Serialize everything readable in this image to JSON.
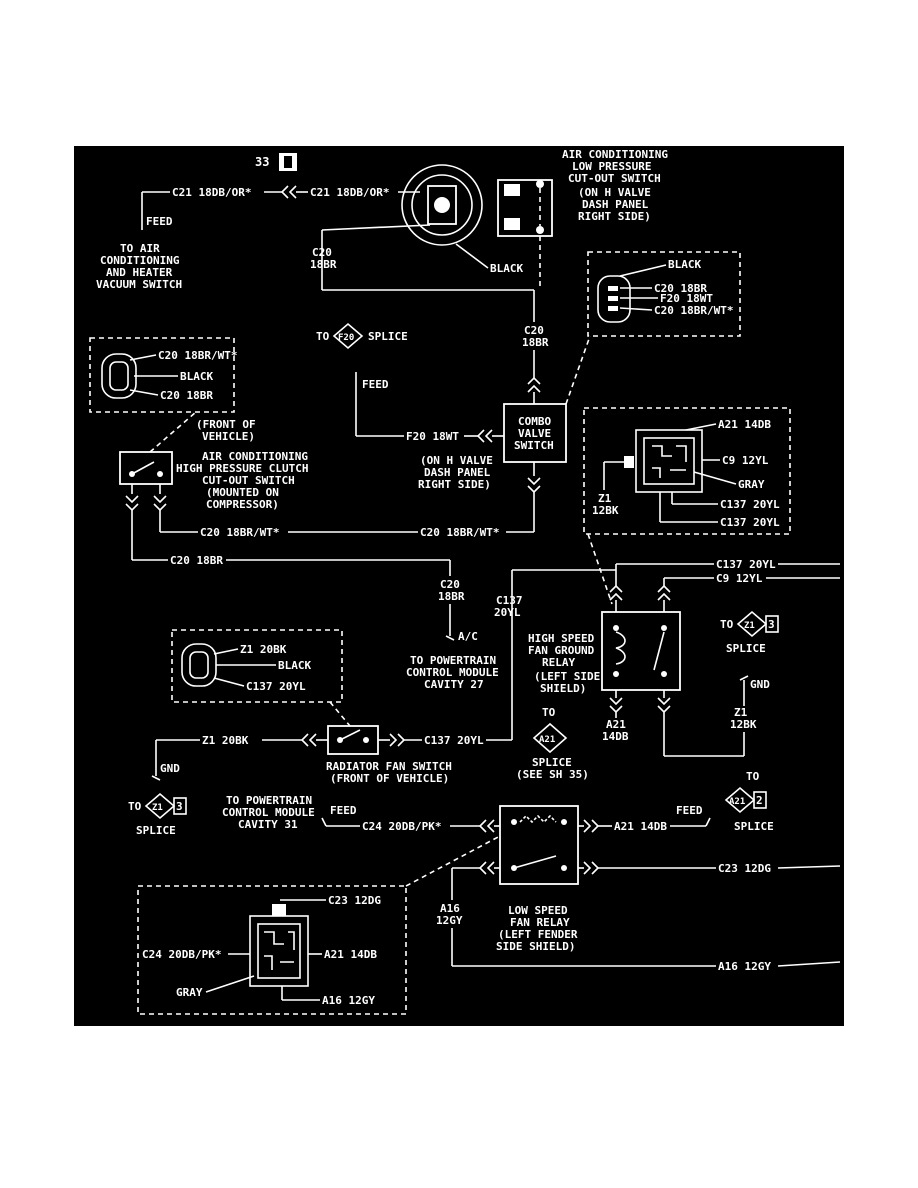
{
  "page_number": "33",
  "labels": {
    "top_left_c21": "C21 18DB/OR*",
    "top_mid_c21": "C21 18DB/OR*",
    "feed_top": "FEED",
    "to_ac_vac_1": "TO AIR",
    "to_ac_vac_2": "CONDITIONING",
    "to_ac_vac_3": "AND HEATER",
    "to_ac_vac_4": "VACUUM SWITCH",
    "c20_left_1": "C20",
    "c20_left_2": "18BR",
    "black_lp": "BLACK",
    "lp_switch_1": "AIR CONDITIONING",
    "lp_switch_2": "LOW PRESSURE",
    "lp_switch_3": "CUT-OUT SWITCH",
    "lp_switch_4": "(ON H VALVE",
    "lp_switch_5": "DASH PANEL",
    "lp_switch_6": "RIGHT SIDE)",
    "combo_conn_black": "BLACK",
    "combo_conn_1": "C20 18BR",
    "combo_conn_2": "F20 18WT",
    "combo_conn_3": "C20 18BR/WT*",
    "to_f20": "TO",
    "f20": "F20",
    "splice_f20": "SPLICE",
    "c20_mid_1": "C20",
    "c20_mid_2": "18BR",
    "hp_conn_1": "C20 18BR/WT*",
    "hp_conn_2": "BLACK",
    "hp_conn_3": "C20 18BR",
    "feed_f20": "FEED",
    "front_vehicle_1": "(FRONT OF",
    "front_vehicle_2": "VEHICLE)",
    "f20_18wt": "F20 18WT",
    "combo_1": "COMBO",
    "combo_2": "VALVE",
    "combo_3": "SWITCH",
    "hv_1": "(ON H VALVE",
    "hv_2": "DASH PANEL",
    "hv_3": "RIGHT SIDE)",
    "hp_sw_1": "AIR CONDITIONING",
    "hp_sw_2": "HIGH PRESSURE CLUTCH",
    "hp_sw_3": "CUT-OUT SWITCH",
    "hp_sw_4": "(MOUNTED ON",
    "hp_sw_5": "COMPRESSOR)",
    "c20_brwt_1": "C20 18BR/WT*",
    "c20_brwt_2": "C20 18BR/WT*",
    "c20_18br_long": "C20 18BR",
    "relay_conn_a21": "A21 14DB",
    "relay_conn_c9": "C9 12YL",
    "relay_conn_gray": "GRAY",
    "relay_conn_c137a": "C137 20YL",
    "relay_conn_c137b": "C137 20YL",
    "z1_12bk_1": "Z1",
    "z1_12bk_2": "12BK",
    "c137_top": "C137 20YL",
    "c9_top": "C9 12YL",
    "c20_pcm_1": "C20",
    "c20_pcm_2": "18BR",
    "c137_v_1": "C137",
    "c137_v_2": "20YL",
    "ac": "A/C",
    "pcm27_1": "TO POWERTRAIN",
    "pcm27_2": "CONTROL MODULE",
    "pcm27_3": "CAVITY 27",
    "hs_1": "HIGH SPEED",
    "hs_2": "FAN GROUND",
    "hs_3": "RELAY",
    "hs_4": "(LEFT SIDE",
    "hs_5": "SHIELD)",
    "to_z1_r": "TO",
    "z1_r": "Z1",
    "z1_r_num": "3",
    "splice_z1_r": "SPLICE",
    "gnd_r": "GND",
    "z1_r2_1": "Z1",
    "z1_r2_2": "12BK",
    "rad_conn_1": "Z1 20BK",
    "rad_conn_2": "BLACK",
    "rad_conn_3": "C137 20YL",
    "z1_20bk": "Z1 20BK",
    "c137_20yl": "C137 20YL",
    "rad_sw_1": "RADIATOR FAN SWITCH",
    "rad_sw_2": "(FRONT OF VEHICLE)",
    "gnd_l": "GND",
    "to_a21": "TO",
    "a21": "A21",
    "a21_14db_1": "A21",
    "a21_14db_2": "14DB",
    "splice_a21_1": "SPLICE",
    "splice_a21_2": "(SEE SH 35)",
    "to_z1_l": "TO",
    "z1_l": "Z1",
    "z1_l_num": "3",
    "splice_z1_l": "SPLICE",
    "pcm31_1": "TO POWERTRAIN",
    "pcm31_2": "CONTROL MODULE",
    "pcm31_3": "CAVITY 31",
    "feed_pcm31": "FEED",
    "c24": "C24 20DB/PK*",
    "a21_relay": "A21 14DB",
    "feed_a21": "FEED",
    "to_a21_r": "TO",
    "a21_r": "A21",
    "a21_r_num": "2",
    "splice_a21_r": "SPLICE",
    "c23_12dg": "C23 12DG",
    "a16_1": "A16",
    "a16_2": "12GY",
    "ls_1": "LOW SPEED",
    "ls_2": "FAN RELAY",
    "ls_3": "(LEFT FENDER",
    "ls_4": "SIDE SHIELD)",
    "a16_12gy": "A16 12GY",
    "ls_conn_c23": "C23 12DG",
    "ls_conn_c24": "C24 20DB/PK*",
    "ls_conn_a21": "A21 14DB",
    "ls_conn_gray": "GRAY",
    "ls_conn_a16": "A16 12GY"
  }
}
